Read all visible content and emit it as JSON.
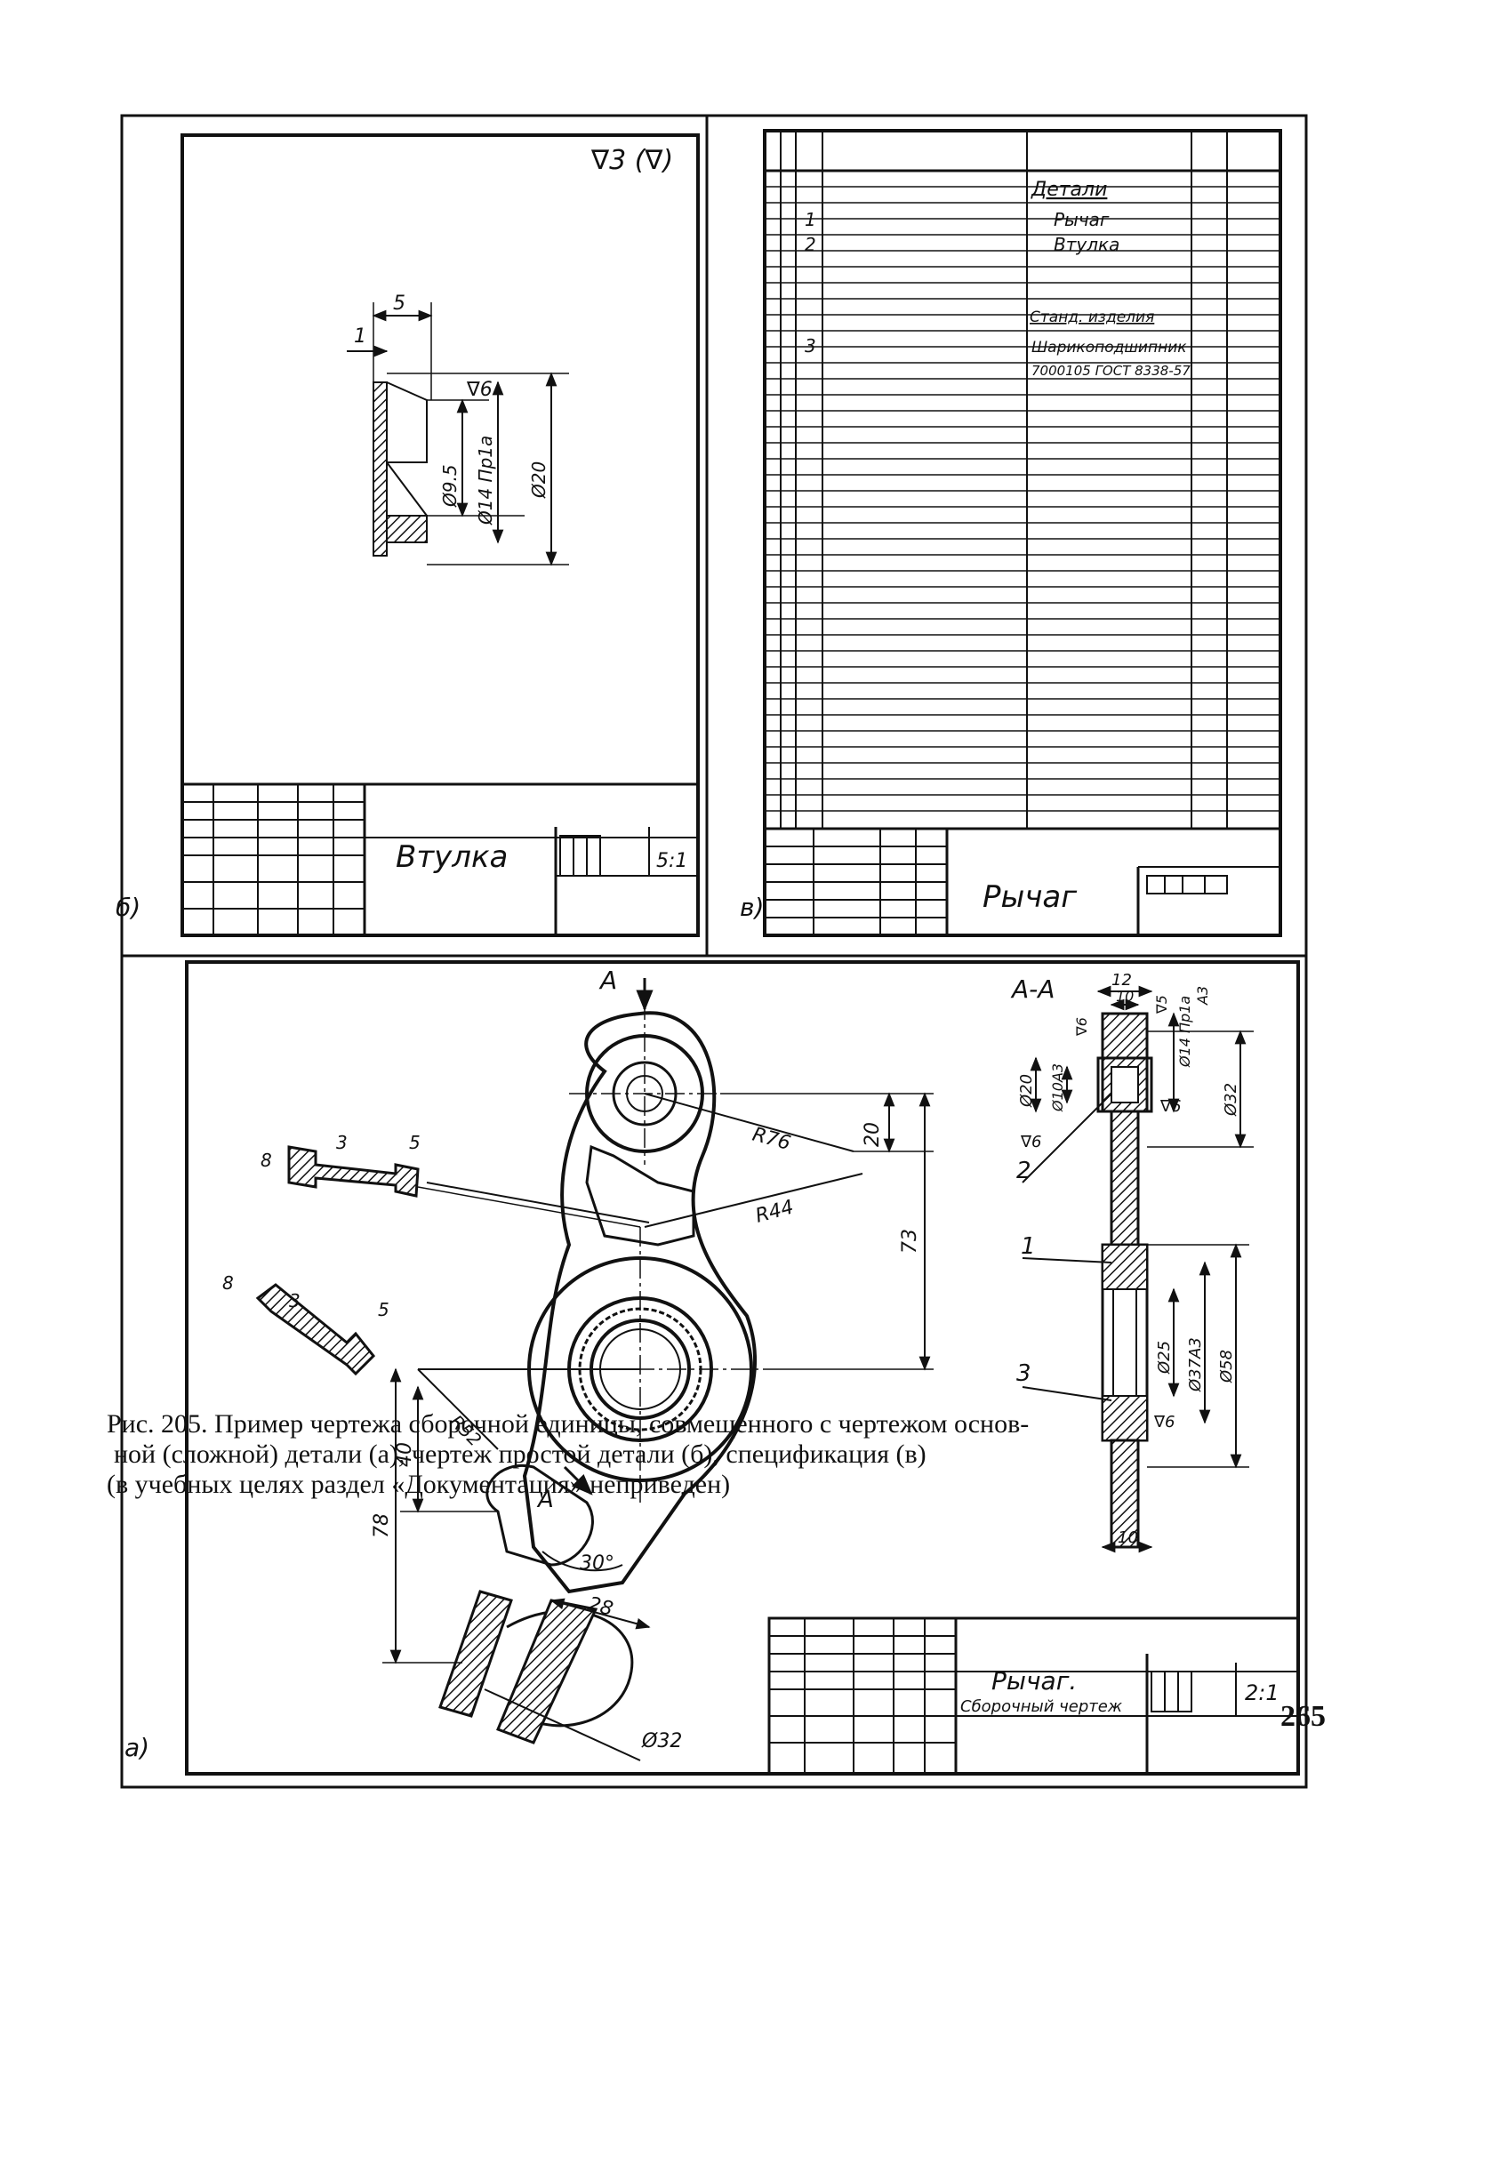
{
  "panel_a": {
    "letter": "а)",
    "section_label": "А-А",
    "section_arrow_top": "А",
    "section_arrow_bottom": "А",
    "radii": [
      "R76",
      "R44",
      "R52"
    ],
    "dims": {
      "d20": "20",
      "d73": "73",
      "d40": "40",
      "d78": "78",
      "d8a": "8",
      "d3a": "3",
      "d5a": "5",
      "d8b": "8",
      "d3b": "3",
      "d5b": "5",
      "d28": "28",
      "angle30": "30°",
      "phi32": "Ø32"
    },
    "section_dims": {
      "d12": "12",
      "d10top": "10",
      "phi14": "Ø14 Пр1а",
      "a3top": "А3",
      "v5": "∇5",
      "v6a": "∇6",
      "phi20": "Ø20",
      "phi10": "Ø10А3",
      "phi32s": "Ø32",
      "v6b": "∇6",
      "v6c": "∇6",
      "phi25": "Ø25",
      "phi37": "Ø37А3",
      "phi58": "Ø58",
      "v6d": "∇6",
      "d10bottom": "10"
    },
    "leaders": [
      "1",
      "2",
      "3"
    ],
    "title_block": {
      "name": "Рычаг.",
      "subtitle": "Сборочный чертеж",
      "scale": "2:1"
    }
  },
  "panel_b": {
    "letter": "б)",
    "roughness": "∇3 (∇)",
    "dims": {
      "d5": "5",
      "d1": "1",
      "v6": "∇6",
      "phi95": "Ø9.5",
      "phi14": "Ø14 Пр1а",
      "phi20": "Ø20"
    },
    "title_block": {
      "name": "Втулка",
      "scale": "5:1"
    }
  },
  "panel_v": {
    "letter": "в)",
    "spec_rows": [
      {
        "pos": "",
        "text": "Детали"
      },
      {
        "pos": "1",
        "text": "Рычаг"
      },
      {
        "pos": "2",
        "text": "Втулка"
      },
      {
        "pos": "",
        "text": "Станд. изделия"
      },
      {
        "pos": "3",
        "text": "Шарикоподшипник"
      },
      {
        "pos": "",
        "text": "7000105 ГОСТ 8338-57"
      }
    ],
    "title_block": {
      "name": "Рычаг"
    }
  },
  "caption": [
    "Рис. 205. Пример чертежа сборочной единицы, совмещенного с чертежом основ-",
    "ной (сложной) детали (а), чертеж простой детали (б), спецификация (в)",
    "(в учебных целях раздел «Документация» неприведен)"
  ],
  "page_number": "265"
}
